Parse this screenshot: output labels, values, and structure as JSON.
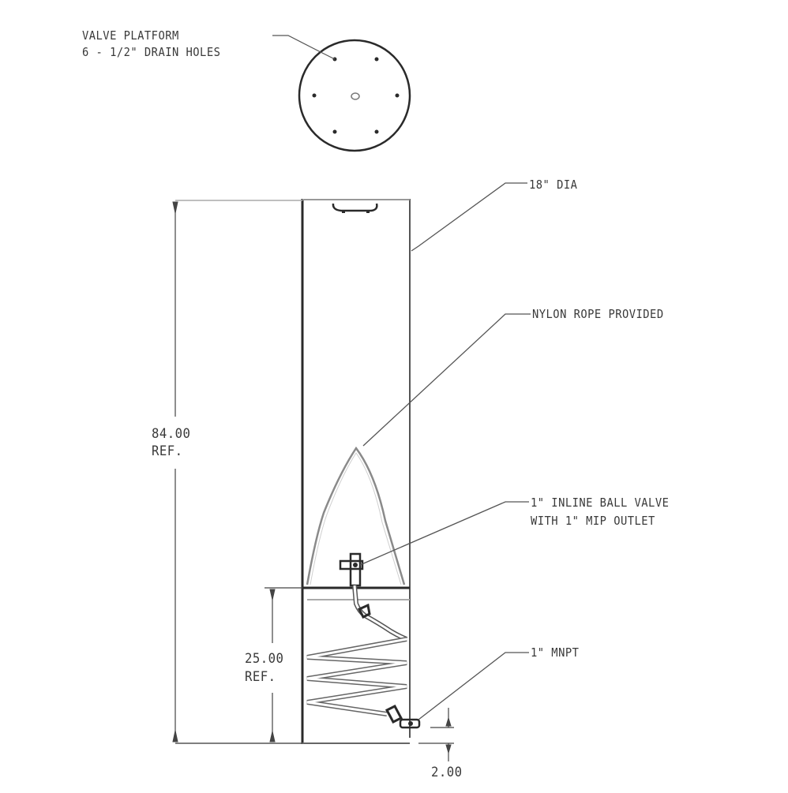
{
  "drawing": {
    "title": "Tank with valve platform - elevation and top view",
    "colors": {
      "line": "#2a2a2a",
      "light_line": "#8a8a8a",
      "text": "#3a3a3a",
      "background": "#ffffff"
    }
  },
  "top_view": {
    "label_line1": "VALVE PLATFORM",
    "label_line2": "6 - 1/2\" DRAIN HOLES",
    "drain_hole_count": 6
  },
  "callouts": {
    "diameter": "18\" DIA",
    "rope": "NYLON ROPE PROVIDED",
    "valve_line1": "1\" INLINE BALL VALVE",
    "valve_line2": "WITH 1\" MIP OUTLET",
    "outlet": "1\" MNPT"
  },
  "dimensions": {
    "overall_height_value": "84.00",
    "overall_height_ref": "REF.",
    "lower_height_value": "25.00",
    "lower_height_ref": "REF.",
    "outlet_offset": "2.00"
  }
}
